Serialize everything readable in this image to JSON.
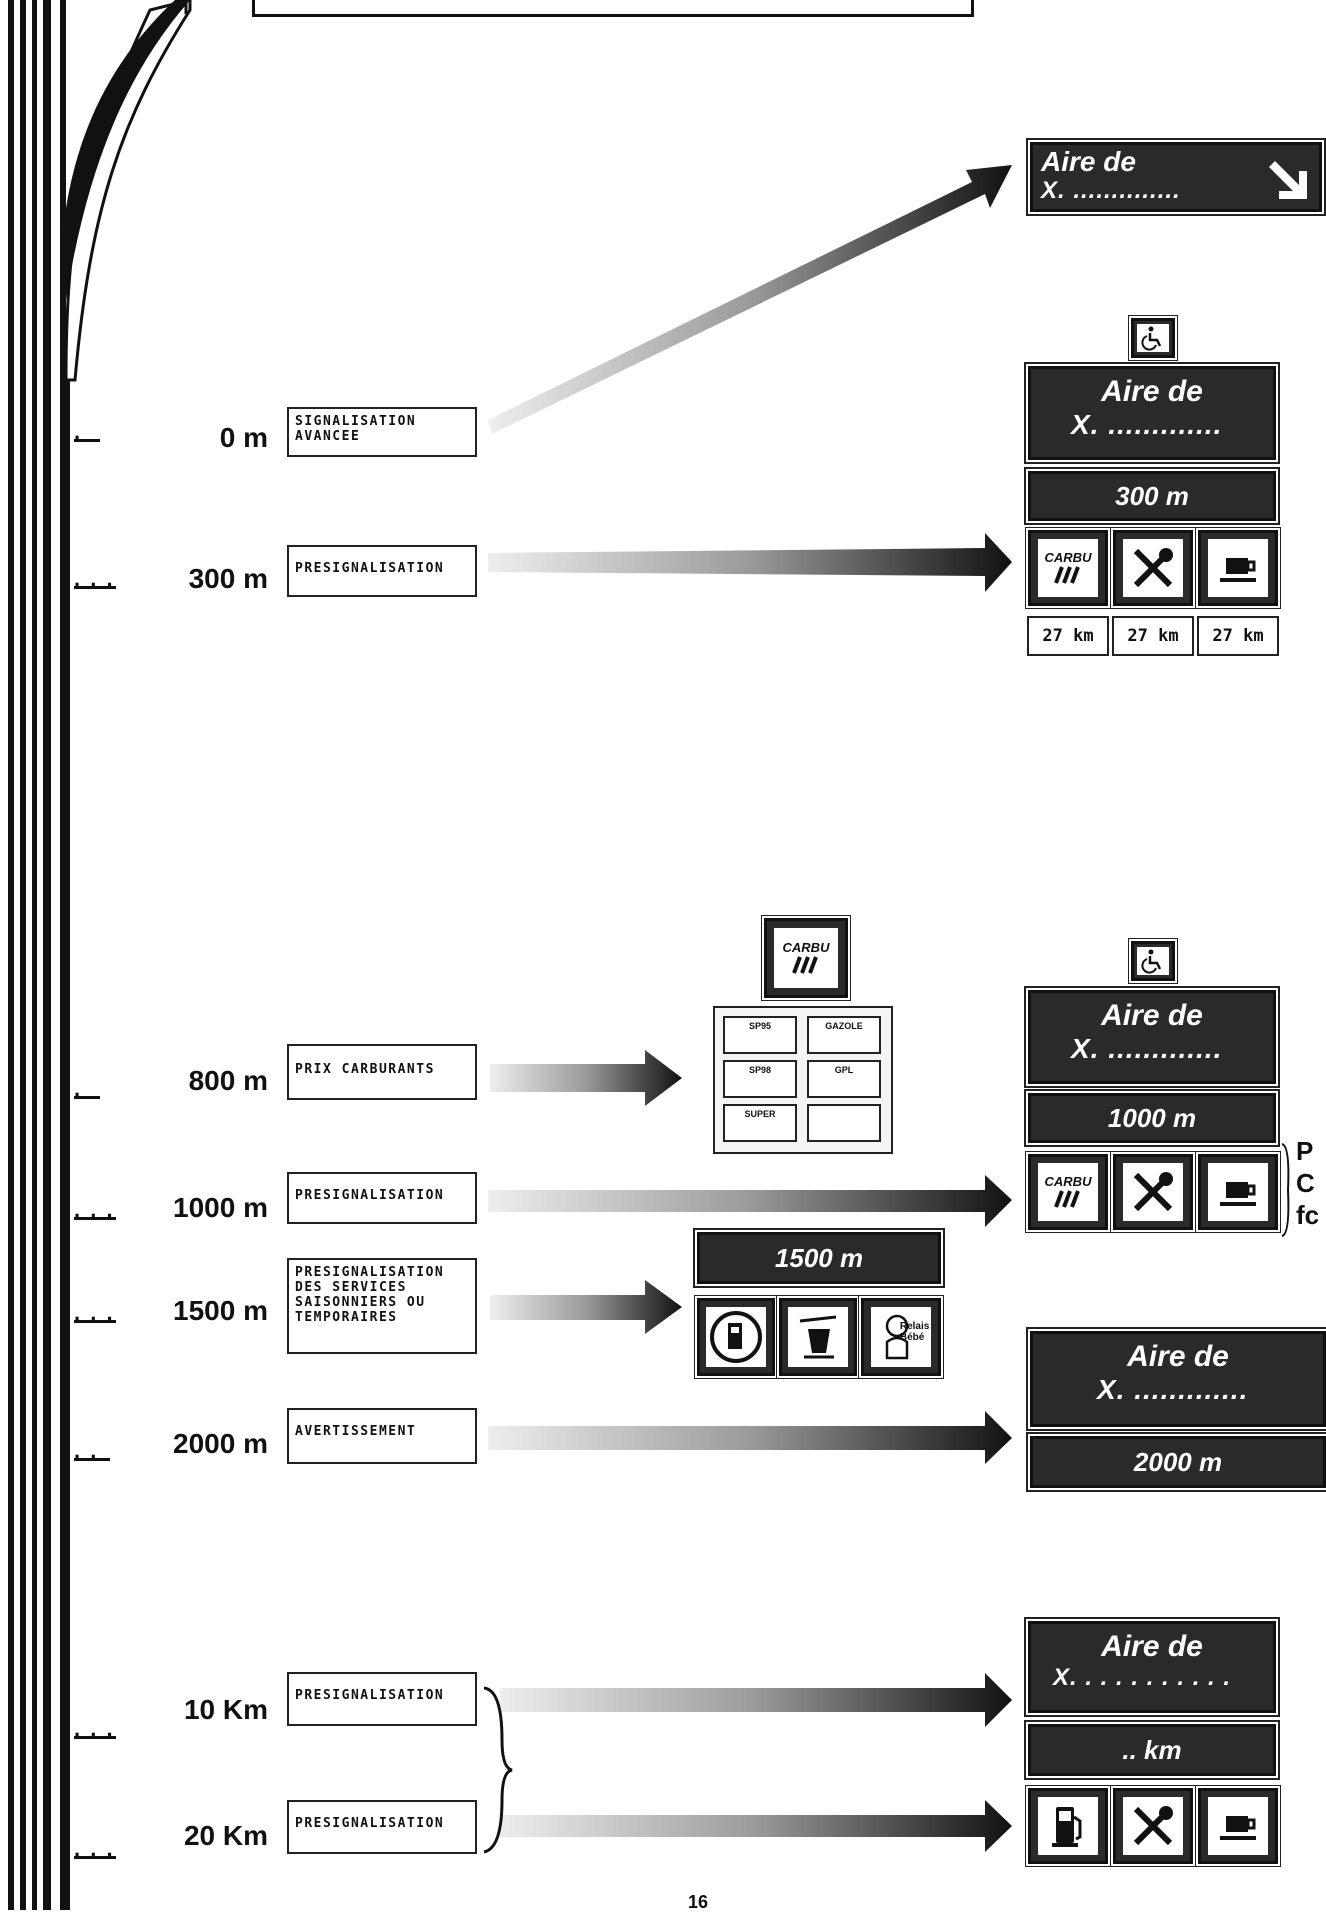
{
  "distances": {
    "d0": "0 m",
    "d300": "300 m",
    "d800": "800 m",
    "d1000": "1000 m",
    "d1500": "1500 m",
    "d2000": "2000 m",
    "d10k": "10 Km",
    "d20k": "20 Km"
  },
  "markers": {
    "single": ".",
    "double": ". .",
    "triple": ". . ."
  },
  "labels": {
    "signalisation_avancee": "SIGNALISATION\nAVANCEE",
    "presignalisation": "PRESIGNALISATION",
    "prix_carburants": "PRIX CARBURANTS",
    "presig_services": "PRESIGNALISATION\nDES SERVICES\nSAISONNIERS OU\nTEMPORAIRES",
    "avertissement": "AVERTISSEMENT"
  },
  "signs": {
    "aire_de": "Aire de",
    "x_line_short": "X. ..............",
    "x_line": "X. .............",
    "x_dotted": "X. . . . . . . . . . .",
    "d300": "300 m",
    "d1000": "1000 m",
    "d1500": "1500 m",
    "d2000": "2000 m",
    "dkm": ".. km"
  },
  "icons": {
    "carbu_text": "CARBU",
    "relais_bebe": "Relais\nBébé",
    "names": [
      "wheelchair-icon",
      "fuel-icon",
      "restaurant-icon",
      "cafe-icon",
      "arrow-down-right-icon"
    ]
  },
  "km_boxes": [
    "27 km",
    "27 km",
    "27 km"
  ],
  "prices": [
    "SP95",
    "GAZOLE",
    "SP98",
    "GPL",
    "SUPER",
    ""
  ],
  "side_text": [
    "P",
    "C",
    "fc"
  ],
  "page_number": "16"
}
